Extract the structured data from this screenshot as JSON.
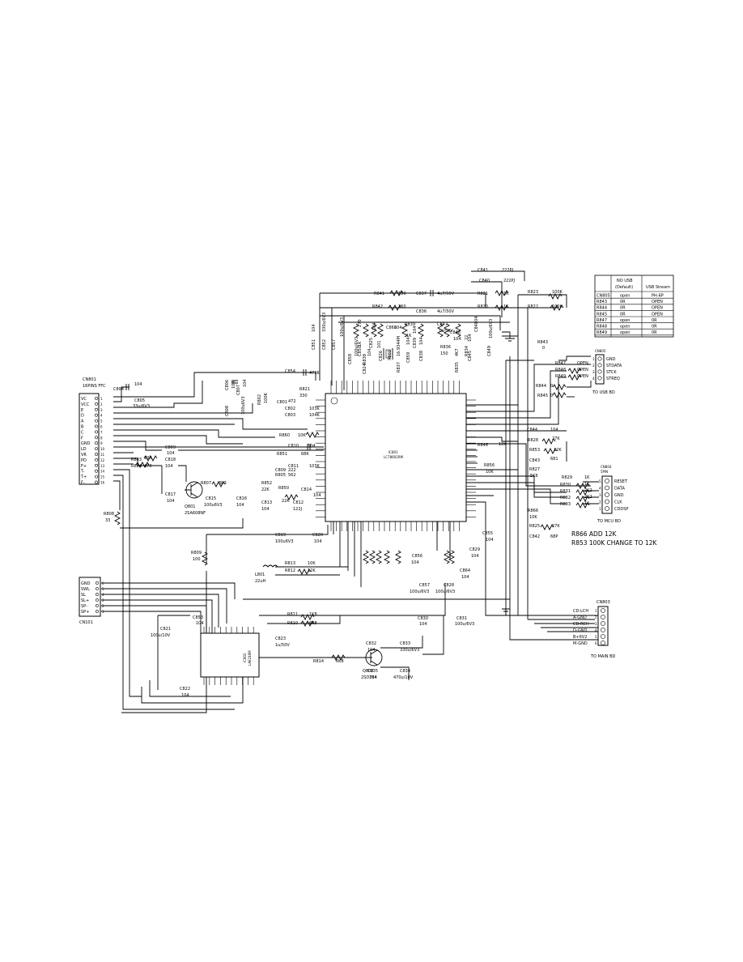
{
  "notes": {
    "line1": "R866 ADD 12K",
    "line2": "R853 100K CHANGE TO 12K"
  },
  "usb_table": {
    "headers": [
      "",
      "NO USB (Default)",
      "USB Stream"
    ],
    "rows": [
      [
        "CN805",
        "open",
        "PH-6P"
      ],
      [
        "R843",
        "0R",
        "OPEN"
      ],
      [
        "R844",
        "0R",
        "OPEN"
      ],
      [
        "R845",
        "0R",
        "OPEN"
      ],
      [
        "R847",
        "open",
        "0R"
      ],
      [
        "R848",
        "open",
        "0R"
      ],
      [
        "R849",
        "open",
        "0R"
      ]
    ]
  },
  "ic801": {
    "ref": "IC801",
    "part": "LC78601RM"
  },
  "ic802": {
    "ref": "IC802",
    "part": "LA6246M"
  },
  "cn801": {
    "title": "CN801",
    "subtitle": "16PINS FFC",
    "pins": [
      {
        "name": "VC",
        "num": "1"
      },
      {
        "name": "VCC",
        "num": "2"
      },
      {
        "name": "E",
        "num": "3"
      },
      {
        "name": "D",
        "num": "4"
      },
      {
        "name": "A",
        "num": "5"
      },
      {
        "name": "B",
        "num": "6"
      },
      {
        "name": "C",
        "num": "7"
      },
      {
        "name": "F",
        "num": "8"
      },
      {
        "name": "GND",
        "num": "9"
      },
      {
        "name": "LD",
        "num": "10"
      },
      {
        "name": "VR",
        "num": "11"
      },
      {
        "name": "PD",
        "num": "12"
      },
      {
        "name": "F+",
        "num": "13"
      },
      {
        "name": "T-",
        "num": "14"
      },
      {
        "name": "T+",
        "num": "15"
      },
      {
        "name": "F-",
        "num": "16"
      }
    ]
  },
  "cn101": {
    "title": "CN101",
    "pins": [
      {
        "name": "GND",
        "num": "6"
      },
      {
        "name": "SWL",
        "num": "5"
      },
      {
        "name": "SL",
        "num": "4"
      },
      {
        "name": "SL+",
        "num": "3"
      },
      {
        "name": "SP-",
        "num": "2"
      },
      {
        "name": "SP+",
        "num": "1"
      }
    ]
  },
  "cn805": {
    "title": "CN805",
    "pins": [
      {
        "num": "1",
        "name": "GND"
      },
      {
        "num": "2",
        "name": "STDATA"
      },
      {
        "num": "3",
        "name": "STCK"
      },
      {
        "num": "4",
        "name": "STREQ"
      }
    ],
    "caption": "TO USB BD"
  },
  "cn804": {
    "title": "CN804",
    "subtitle": "5PIN",
    "pins": [
      {
        "num": "5",
        "name": "RESET"
      },
      {
        "num": "4",
        "name": "DATA"
      },
      {
        "num": "3",
        "name": "GND"
      },
      {
        "num": "2",
        "name": "CLK"
      },
      {
        "num": "1",
        "name": "CDDSP"
      }
    ],
    "caption": "TO MCU BD"
  },
  "cn803": {
    "title": "CN803",
    "pins": [
      {
        "num": "1",
        "name": "CD-LCH"
      },
      {
        "num": "2",
        "name": "A-GND"
      },
      {
        "num": "3",
        "name": "CD-RCH"
      },
      {
        "num": "4",
        "name": "D-GND"
      },
      {
        "num": "5",
        "name": "B+6V2"
      },
      {
        "num": "6",
        "name": "M-GND"
      }
    ],
    "caption": "TO MAIN BD"
  },
  "q801": {
    "ref": "Q801",
    "part": "2SA608NF"
  },
  "q802": {
    "ref": "Q802",
    "part": "2SD764"
  },
  "l801": {
    "ref": "L801",
    "value": "22uH"
  },
  "labels": [
    {
      "id": "c841",
      "t": "C841"
    },
    {
      "id": "c841v",
      "t": "222PJ"
    },
    {
      "id": "c840",
      "t": "C840"
    },
    {
      "id": "c840v",
      "t": "222PJ"
    },
    {
      "id": "r841",
      "t": "R841"
    },
    {
      "id": "r841v",
      "t": "150"
    },
    {
      "id": "c837",
      "t": "C837"
    },
    {
      "id": "c837v",
      "t": "4u7/50V"
    },
    {
      "id": "r821",
      "t": "R821"
    },
    {
      "id": "r821v",
      "t": "1K"
    },
    {
      "id": "r823",
      "t": "R823"
    },
    {
      "id": "r823v",
      "t": "100K"
    },
    {
      "id": "r842",
      "t": "R842"
    },
    {
      "id": "r842v",
      "t": "150"
    },
    {
      "id": "r820",
      "t": "R820"
    },
    {
      "id": "r820v",
      "t": "1K"
    },
    {
      "id": "r822",
      "t": "R822"
    },
    {
      "id": "r822v",
      "t": "100K"
    },
    {
      "id": "c836",
      "t": "C836"
    },
    {
      "id": "c836v",
      "t": "4u7/50V"
    },
    {
      "id": "c851",
      "t": "C851"
    },
    {
      "id": "c851v",
      "t": "104"
    },
    {
      "id": "c852",
      "t": "C852"
    },
    {
      "id": "c852v",
      "t": "330u/6V3"
    },
    {
      "id": "c857b",
      "t": "C857"
    },
    {
      "id": "c857bv",
      "t": "100u/6V3"
    },
    {
      "id": "c850",
      "t": "C850"
    },
    {
      "id": "c850v",
      "t": "270"
    },
    {
      "id": "r843",
      "t": "R843"
    },
    {
      "id": "r843v",
      "t": "0"
    },
    {
      "id": "c854",
      "t": "C854"
    },
    {
      "id": "c854v",
      "t": "473K"
    },
    {
      "id": "c806",
      "t": "C806"
    },
    {
      "id": "c806v",
      "t": "104"
    },
    {
      "id": "c807",
      "t": "C807"
    },
    {
      "id": "c807v",
      "t": "104"
    },
    {
      "id": "c808",
      "t": "C808"
    },
    {
      "id": "c808v",
      "t": "100u6V3"
    },
    {
      "id": "r802",
      "t": "R802"
    },
    {
      "id": "r802v",
      "t": "100K"
    },
    {
      "id": "r821b",
      "t": "R821"
    },
    {
      "id": "r821bv",
      "t": "330"
    },
    {
      "id": "c801",
      "t": "C801"
    },
    {
      "id": "c801v",
      "t": "472"
    },
    {
      "id": "c802",
      "t": "C802"
    },
    {
      "id": "c802v",
      "t": "103K"
    },
    {
      "id": "c803",
      "t": "C803"
    },
    {
      "id": "c803v",
      "t": "104K"
    },
    {
      "id": "r860",
      "t": "R860"
    },
    {
      "id": "r860v",
      "t": "10K"
    },
    {
      "id": "r851",
      "t": "R851"
    },
    {
      "id": "r851v",
      "t": "68K"
    },
    {
      "id": "c810",
      "t": "C810"
    },
    {
      "id": "c810v",
      "t": "104"
    },
    {
      "id": "c811",
      "t": "C811"
    },
    {
      "id": "c811v",
      "t": "103K"
    },
    {
      "id": "r805",
      "t": "R805"
    },
    {
      "id": "r805v",
      "t": "562"
    },
    {
      "id": "c809",
      "t": "C809"
    },
    {
      "id": "c809v",
      "t": "222"
    },
    {
      "id": "r852",
      "t": "R852"
    },
    {
      "id": "r852v",
      "t": "22K"
    },
    {
      "id": "r850",
      "t": "R850"
    },
    {
      "id": "r850v",
      "t": "22K"
    },
    {
      "id": "c814",
      "t": "C814"
    },
    {
      "id": "c814v",
      "t": "104"
    },
    {
      "id": "c812",
      "t": "C812"
    },
    {
      "id": "c812v",
      "t": "122J"
    },
    {
      "id": "c813",
      "t": "C813"
    },
    {
      "id": "c813v",
      "t": "104"
    },
    {
      "id": "c804",
      "t": "C804"
    },
    {
      "id": "c804v",
      "t": "104"
    },
    {
      "id": "c805",
      "t": "C805"
    },
    {
      "id": "c805v",
      "t": "33u/6V3"
    },
    {
      "id": "c809b",
      "t": "C809"
    },
    {
      "id": "c809bv",
      "t": "104"
    },
    {
      "id": "c818",
      "t": "C818"
    },
    {
      "id": "c818v",
      "t": "104"
    },
    {
      "id": "r803",
      "t": "R803"
    },
    {
      "id": "r803v",
      "t": "10R"
    },
    {
      "id": "r804",
      "t": "R804"
    },
    {
      "id": "r804v",
      "t": "470"
    },
    {
      "id": "c817",
      "t": "C817"
    },
    {
      "id": "c817v",
      "t": "104"
    },
    {
      "id": "r807",
      "t": "R807"
    },
    {
      "id": "r807v",
      "t": "3R3"
    },
    {
      "id": "c815",
      "t": "C815"
    },
    {
      "id": "c815v",
      "t": "100u6V3"
    },
    {
      "id": "c816",
      "t": "C816"
    },
    {
      "id": "c816v",
      "t": "104"
    },
    {
      "id": "r808",
      "t": "R808"
    },
    {
      "id": "r808v",
      "t": "33"
    },
    {
      "id": "c819",
      "t": "C819"
    },
    {
      "id": "c819v",
      "t": "100u6V3"
    },
    {
      "id": "c820",
      "t": "C820"
    },
    {
      "id": "c820v",
      "t": "104"
    },
    {
      "id": "r809",
      "t": "R809"
    },
    {
      "id": "r809v",
      "t": "100"
    },
    {
      "id": "r813",
      "t": "R813"
    },
    {
      "id": "r813v",
      "t": "10K"
    },
    {
      "id": "r812",
      "t": "R812"
    },
    {
      "id": "r812v",
      "t": "12K"
    },
    {
      "id": "r811",
      "t": "R811"
    },
    {
      "id": "r811v",
      "t": "1K8"
    },
    {
      "id": "r810",
      "t": "R810"
    },
    {
      "id": "r810v",
      "t": "6K8"
    },
    {
      "id": "c853",
      "t": "C853"
    },
    {
      "id": "c853v",
      "t": "104"
    },
    {
      "id": "c821",
      "t": "C821"
    },
    {
      "id": "c821v",
      "t": "100u/10V"
    },
    {
      "id": "c823",
      "t": "C823"
    },
    {
      "id": "c823v",
      "t": "1u/50V"
    },
    {
      "id": "c822",
      "t": "C822"
    },
    {
      "id": "c822v",
      "t": "104"
    },
    {
      "id": "r814",
      "t": "R814"
    },
    {
      "id": "r814v",
      "t": "6K8"
    },
    {
      "id": "c832",
      "t": "C832"
    },
    {
      "id": "c832v",
      "t": "104"
    },
    {
      "id": "c833",
      "t": "C833"
    },
    {
      "id": "c833v",
      "t": "330u/6V3"
    },
    {
      "id": "c835",
      "t": "C835"
    },
    {
      "id": "c835v",
      "t": "104"
    },
    {
      "id": "c834",
      "t": "C834"
    },
    {
      "id": "c834v",
      "t": "470u/10V"
    },
    {
      "id": "c830",
      "t": "C830"
    },
    {
      "id": "c830v",
      "t": "104"
    },
    {
      "id": "c831",
      "t": "C831"
    },
    {
      "id": "c831v",
      "t": "100u/6V3"
    },
    {
      "id": "c856",
      "t": "C856"
    },
    {
      "id": "c856v",
      "t": "104"
    },
    {
      "id": "c857",
      "t": "C857"
    },
    {
      "id": "c857v",
      "t": "100u/6V3"
    },
    {
      "id": "c828",
      "t": "C828"
    },
    {
      "id": "c828v",
      "t": "100u/6V3"
    },
    {
      "id": "c864",
      "t": "C864"
    },
    {
      "id": "c864v",
      "t": "104"
    },
    {
      "id": "c829",
      "t": "C829"
    },
    {
      "id": "c829v",
      "t": "104"
    },
    {
      "id": "c855",
      "t": "C855"
    },
    {
      "id": "c855v",
      "t": "104"
    },
    {
      "id": "c844",
      "t": "C844"
    },
    {
      "id": "c844v",
      "t": "104"
    },
    {
      "id": "r828",
      "t": "R828"
    },
    {
      "id": "r828v",
      "t": "27K"
    },
    {
      "id": "r846",
      "t": "R846"
    },
    {
      "id": "r846v",
      "t": "10K"
    },
    {
      "id": "r853",
      "t": "R853"
    },
    {
      "id": "r853v",
      "t": "12K"
    },
    {
      "id": "r856",
      "t": "R856"
    },
    {
      "id": "r856v",
      "t": "10K"
    },
    {
      "id": "c843",
      "t": "C843"
    },
    {
      "id": "c843v",
      "t": "681"
    },
    {
      "id": "r827",
      "t": "R827"
    },
    {
      "id": "r827v",
      "t": "5K6"
    },
    {
      "id": "r829",
      "t": "R829"
    },
    {
      "id": "r829v",
      "t": "1K"
    },
    {
      "id": "r830",
      "t": "R830"
    },
    {
      "id": "r830v",
      "t": "1K"
    },
    {
      "id": "r831",
      "t": "R831"
    },
    {
      "id": "r831v",
      "t": "2K2"
    },
    {
      "id": "r832",
      "t": "R832"
    },
    {
      "id": "r832v",
      "t": "2K2"
    },
    {
      "id": "r833",
      "t": "R833"
    },
    {
      "id": "r833v",
      "t": "1K"
    },
    {
      "id": "r866",
      "t": "R866"
    },
    {
      "id": "r866v",
      "t": "10K"
    },
    {
      "id": "r825",
      "t": "R825"
    },
    {
      "id": "r825v",
      "t": "27K"
    },
    {
      "id": "c842",
      "t": "C842"
    },
    {
      "id": "c842v",
      "t": "68P"
    },
    {
      "id": "r847",
      "t": "R847"
    },
    {
      "id": "r847v",
      "t": "OPEN"
    },
    {
      "id": "r848",
      "t": "R848"
    },
    {
      "id": "r848v",
      "t": "OPEN"
    },
    {
      "id": "r849",
      "t": "R849"
    },
    {
      "id": "r849v",
      "t": "OPEN"
    },
    {
      "id": "r844",
      "t": "R844"
    },
    {
      "id": "r844v",
      "t": "0"
    },
    {
      "id": "r845",
      "t": "R845"
    },
    {
      "id": "r845v",
      "t": "0"
    },
    {
      "id": "c846",
      "t": "C846"
    },
    {
      "id": "c846v",
      "t": "104"
    },
    {
      "id": "c847",
      "t": "C847"
    },
    {
      "id": "c847v",
      "t": "1u/50V"
    },
    {
      "id": "c848",
      "t": "C848"
    },
    {
      "id": "c848v",
      "t": "104"
    },
    {
      "id": "c849",
      "t": "C849"
    },
    {
      "id": "c849v",
      "t": "100u/6V3"
    },
    {
      "id": "c845",
      "t": "C845"
    },
    {
      "id": "c845v",
      "t": "104"
    },
    {
      "id": "r834",
      "t": "R834"
    },
    {
      "id": "r834v",
      "t": "22"
    },
    {
      "id": "r835",
      "t": "R835"
    },
    {
      "id": "r835v",
      "t": "4K7"
    },
    {
      "id": "r836",
      "t": "R836"
    },
    {
      "id": "r836v",
      "t": "150"
    },
    {
      "id": "c838",
      "t": "C838"
    },
    {
      "id": "c838v",
      "t": "104"
    },
    {
      "id": "c839",
      "t": "C839"
    },
    {
      "id": "c839v",
      "t": "104"
    },
    {
      "id": "c826",
      "t": "C826"
    },
    {
      "id": "c826v",
      "t": "101"
    },
    {
      "id": "c824",
      "t": "C824"
    },
    {
      "id": "c824v",
      "t": "104"
    },
    {
      "id": "c825",
      "t": "C825"
    },
    {
      "id": "c825v",
      "t": "104"
    },
    {
      "id": "r837",
      "t": "R837"
    },
    {
      "id": "r837v",
      "t": "16.9344M"
    },
    {
      "id": "x801",
      "t": "X801"
    },
    {
      "id": "c858",
      "t": "C858"
    },
    {
      "id": "c858v",
      "t": "100u/6V3"
    },
    {
      "id": "c859",
      "t": "C859"
    },
    {
      "id": "c859v",
      "t": "104"
    },
    {
      "id": "c860",
      "t": "C860"
    },
    {
      "id": "c860v",
      "t": "104"
    },
    {
      "id": "r838",
      "t": "R838"
    },
    {
      "id": "r838v",
      "t": "1K"
    },
    {
      "id": "r839",
      "t": "R839"
    },
    {
      "id": "r839v",
      "t": "1K"
    }
  ]
}
